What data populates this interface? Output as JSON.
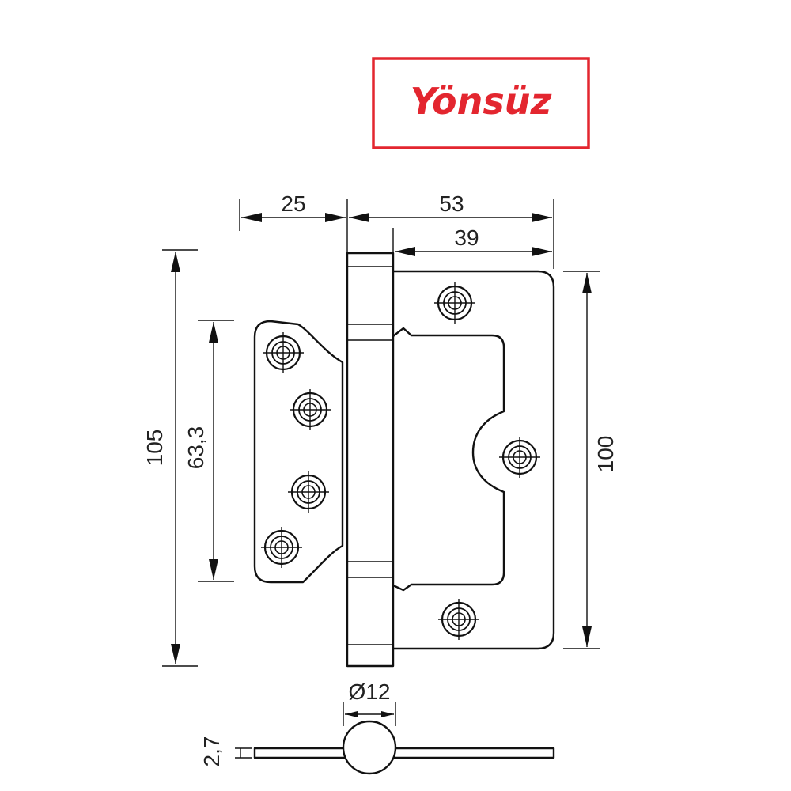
{
  "badge": {
    "label": "Yönsüz",
    "color": "#e3262f"
  },
  "dimensions": {
    "left_leaf_width": "25",
    "total_width": "53",
    "right_leaf_width": "39",
    "overall_height": "105",
    "hole_spacing": "63,3",
    "right_leaf_height": "100",
    "pin_diameter": "Ø12",
    "leaf_thickness": "2,7"
  }
}
